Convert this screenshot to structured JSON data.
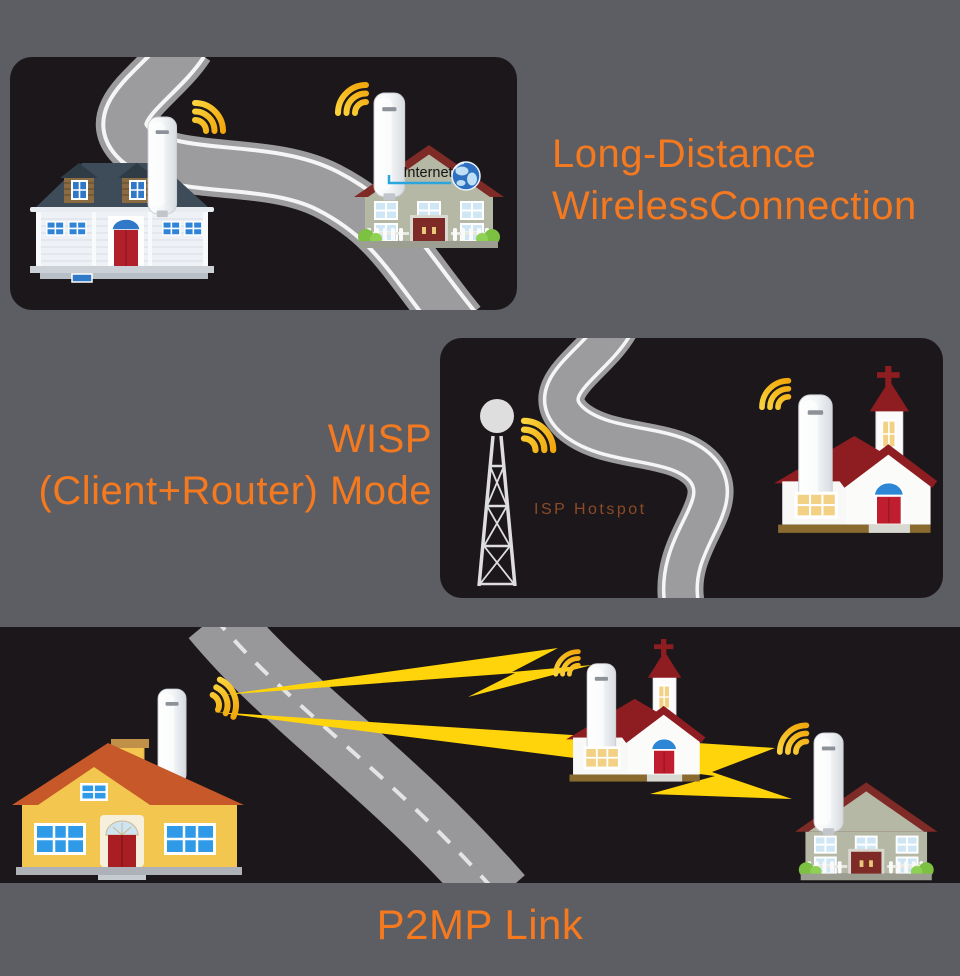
{
  "page": {
    "background_color": "#5C5E64",
    "panel_color": "#1C171A",
    "accent_color": "#F4791F"
  },
  "sections": [
    {
      "id": "long-distance",
      "title": "Long-Distance\nWirelessConnection"
    },
    {
      "id": "wisp-mode",
      "title": "WISP\n(Client+Router) Mode"
    },
    {
      "id": "p2mp-link",
      "title": "P2MP Link"
    }
  ],
  "labels": {
    "internet": "Internet",
    "isp_hotspot": "ISP Hotspot"
  },
  "colors": {
    "signal_yellow": "#FFC60B",
    "lightning_yellow": "#FFD40A",
    "road_gray": "#9C9C9E",
    "isp_label_color": "#8C4B28",
    "roof_dark_red": "#8E1D22",
    "house_yellow": "#F3C74F"
  },
  "icons": {
    "wifi_signal": "three-arc-radio-waves",
    "globe": "earth-globe",
    "radio_tower": "lattice-antenna-tower",
    "lightning": "zigzag-bolt",
    "cpe_device": "outdoor-ap-white-pole"
  }
}
